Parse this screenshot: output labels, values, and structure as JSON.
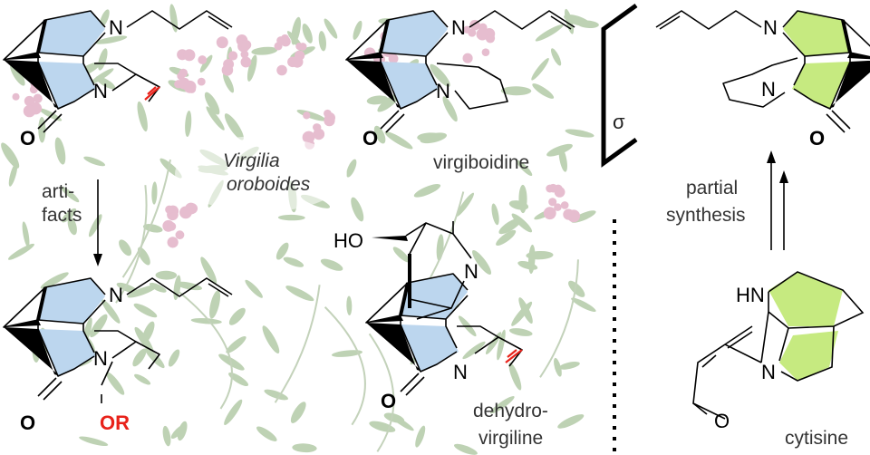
{
  "colors": {
    "blue_shade": "#bcd6ee",
    "green_shade": "#c6ea80",
    "red": "#e8221a",
    "plant": "#6f9a58",
    "flower": "#c86b95"
  },
  "plant": {
    "name_line1": "Virgilia",
    "name_line2": "oroboides"
  },
  "compounds": {
    "top_left": {
      "atoms": [
        "N",
        "N",
        "O"
      ]
    },
    "virgiboidine": {
      "name": "virgiboidine",
      "atoms": [
        "N",
        "N",
        "O"
      ]
    },
    "artifact": {
      "atoms": [
        "N",
        "N",
        "O"
      ],
      "substituent": "OR"
    },
    "dehydrovirgiline": {
      "name_line1": "dehydro-",
      "name_line2": "virgiline",
      "atoms": [
        "HO",
        "N",
        "N",
        "O"
      ]
    },
    "target": {
      "atoms": [
        "N",
        "N",
        "O"
      ]
    },
    "cytisine": {
      "name": "cytisine",
      "atoms": [
        "HN",
        "N",
        "O"
      ]
    }
  },
  "arrows": {
    "artifacts_line1": "arti-",
    "artifacts_line2": "facts",
    "synthesis_line1": "partial",
    "synthesis_line2": "synthesis"
  },
  "bracket_symbol": "σ"
}
